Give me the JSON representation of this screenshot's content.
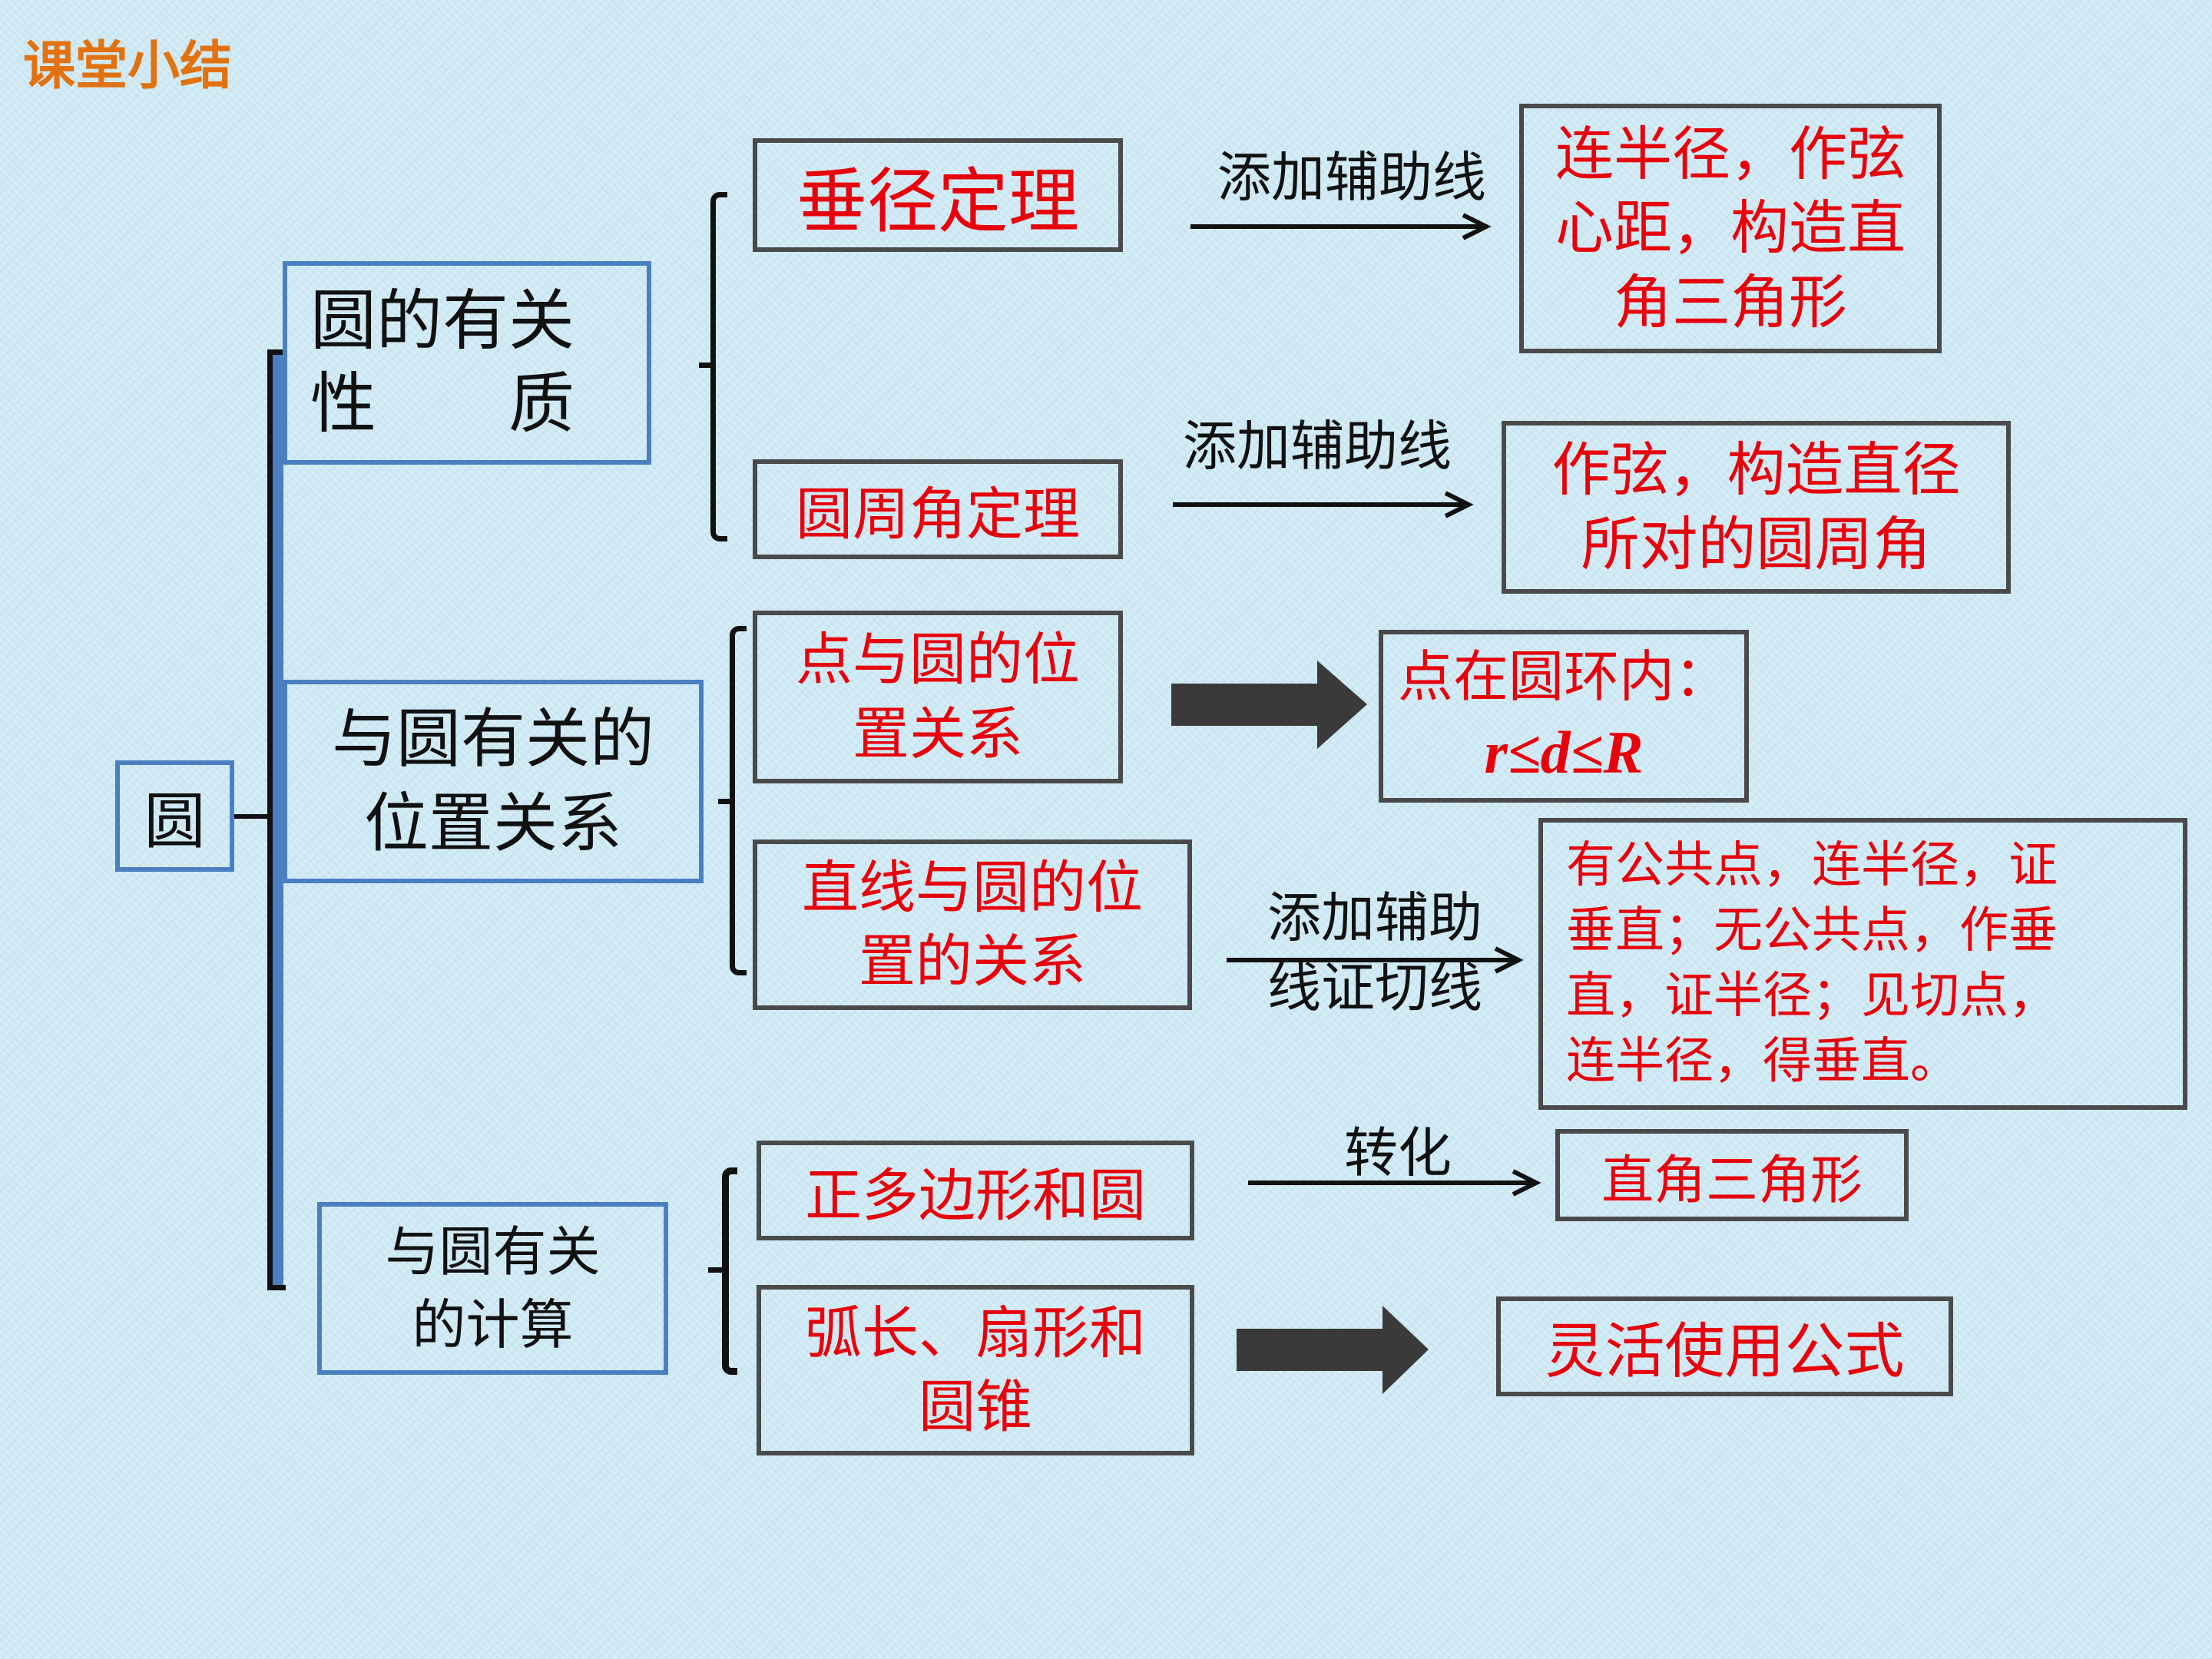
{
  "title": "课堂小结",
  "root": "圆",
  "groups": [
    {
      "label": "圆的有关\n性　　质"
    },
    {
      "label": "与圆有关的\n位置关系"
    },
    {
      "label": "与圆有关\n的计算"
    }
  ],
  "topics": [
    "垂径定理",
    "圆周角定理",
    "点与圆的位\n置关系",
    "直线与圆的位\n置的关系",
    "正多边形和圆",
    "弧长、扇形和\n圆锥"
  ],
  "arrow_labels": [
    "添加辅助线",
    "添加辅助线",
    "添加辅助\n线证切线",
    "转化"
  ],
  "results": [
    "连半径，作弦\n心距，构造直\n角三角形",
    "作弦，构造直径\n所对的圆周角",
    "点在圆环内：",
    "有公共点，连半径，证\n垂直；无公共点，作垂\n直，证半径；见切点，\n连半径，得垂直。",
    "直角三角形",
    "灵活使用公式"
  ],
  "formula": "r≤d≤R",
  "colors": {
    "title": "#e2720f",
    "red_text": "#e8000b",
    "blue_border": "#4a7fc1",
    "gray_border": "#4a4a4a"
  }
}
